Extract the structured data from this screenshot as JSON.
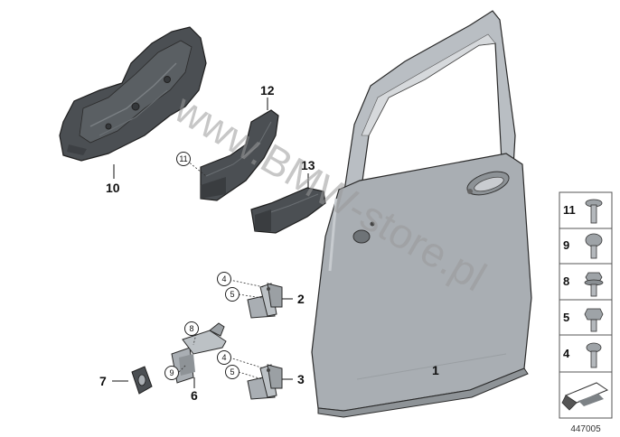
{
  "diagram": {
    "part_labels": {
      "door": "1",
      "hinge_upper": "2",
      "hinge_lower": "3",
      "door_check": "6",
      "seal_grommet": "7",
      "trim_carrier": "10",
      "bracket_12": "12",
      "bracket_13": "13"
    },
    "callouts": {
      "c11": "11",
      "c4_upper": "4",
      "c5_upper": "5",
      "c8": "8",
      "c9": "9",
      "c4_lower": "4",
      "c5_lower": "5"
    },
    "watermark": "www.BMW-store.pl",
    "legend": {
      "items": [
        {
          "label": "11",
          "icon": "torx-screw-icon"
        },
        {
          "label": "9",
          "icon": "round-head-screw-icon"
        },
        {
          "label": "8",
          "icon": "hex-flange-bolt-icon"
        },
        {
          "label": "5",
          "icon": "hex-bolt-icon"
        },
        {
          "label": "4",
          "icon": "torx-bolt-icon"
        }
      ],
      "arrow_icon": "flag-arrow-icon"
    },
    "reference_number": "447005",
    "colors": {
      "part_gray": "#a9aeb3",
      "dark_part": "#4b4f53",
      "outline": "#2a2a2a"
    }
  }
}
